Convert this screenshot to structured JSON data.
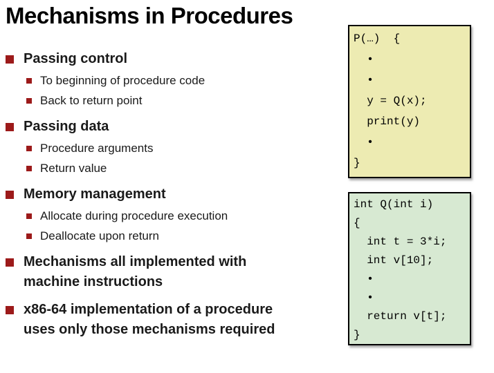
{
  "slide": {
    "title": "Mechanisms in Procedures",
    "colors": {
      "bullet_red": "#9c1a1a",
      "caller_bg": "#edebb2",
      "callee_bg": "#d7e9d2"
    },
    "bullets": [
      {
        "label": "Passing control",
        "children": [
          "To beginning of procedure code",
          "Back to return point"
        ]
      },
      {
        "label": "Passing data",
        "children": [
          "Procedure arguments",
          "Return value"
        ]
      },
      {
        "label": "Memory management",
        "children": [
          "Allocate during procedure execution",
          "Deallocate upon return"
        ]
      },
      {
        "label": "Mechanisms all implemented with machine instructions",
        "children": []
      },
      {
        "label": "x86-64 implementation of a procedure uses only those mechanisms required",
        "children": []
      }
    ],
    "code_boxes": [
      {
        "name": "caller-code",
        "bg": "#edebb2",
        "lines": [
          "P(…)  {",
          "  •",
          "  •",
          "  y = Q(x);",
          "  print(y)",
          "  •",
          "}"
        ]
      },
      {
        "name": "callee-code",
        "bg": "#d7e9d2",
        "lines": [
          "int Q(int i)",
          "{",
          "  int t = 3*i;",
          "  int v[10];",
          "  •",
          "  •",
          "  return v[t];",
          "}"
        ]
      }
    ]
  }
}
